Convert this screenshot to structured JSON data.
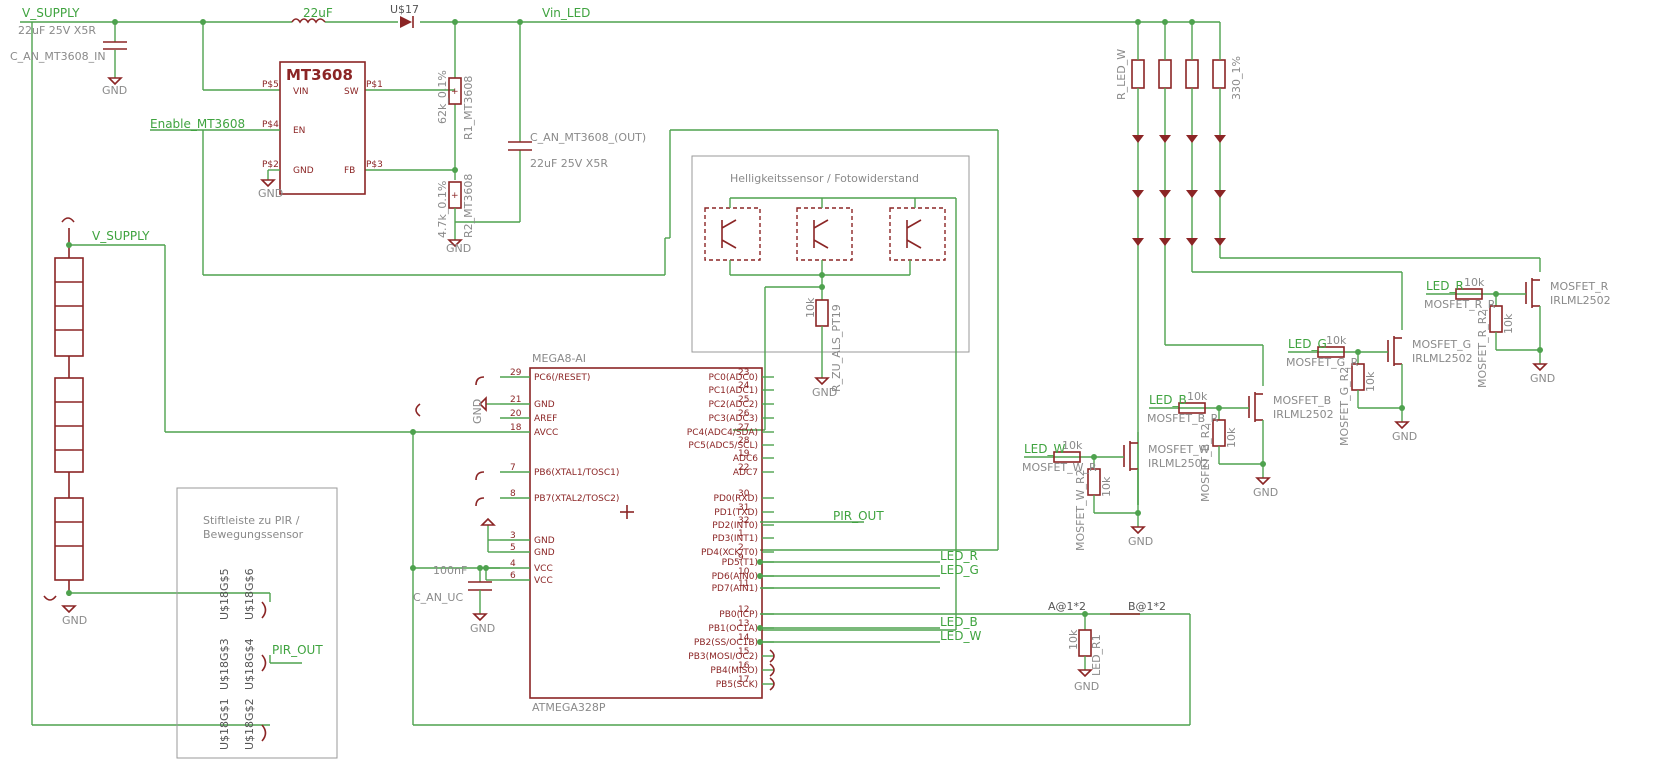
{
  "nets": {
    "v_supply_top": "V_SUPPLY",
    "v_supply_bat": "V_SUPPLY",
    "vin_led": "Vin_LED",
    "enable": "Enable_MT3608",
    "pir_out_uc": "PIR_OUT",
    "pir_out_hdr": "PIR_OUT",
    "led_r_uc": "LED_R",
    "led_g_uc": "LED_G",
    "led_b_uc": "LED_B",
    "led_w_uc": "LED_W",
    "led_r_fet": "LED_R",
    "led_g_fet": "LED_G",
    "led_b_fet": "LED_B",
    "led_w_fet": "LED_W"
  },
  "labels": {
    "cin_value": "22uF 25V X5R",
    "cin_name": "C_AN_MT3608_IN",
    "inductor": "22uF",
    "diode": "U$17",
    "gnd": "GND",
    "r1_value": "62k_0.1%",
    "r1_name": "R1_MT3608",
    "r2_value": "4.7k_0.1%",
    "r2_name": "R2_MT3608",
    "cout_name": "C_AN_MT3608_(OUT)",
    "cout_value": "22uF 25V X5R",
    "sensor_title": "Helligkeitssensor / Fotowiderstand",
    "r_als_value": "10k",
    "r_als_name": "R_ZU_ALS_PT19",
    "uc_name": "MEGA8-AI",
    "uc_part": "ATMEGA328P",
    "c_uc_value": "100nF",
    "c_uc_name": "C_AN_UC",
    "header_title_1": "Stiftleiste zu PIR /",
    "header_title_2": "Bewegungssensor",
    "r_led_w": "R_LED_W",
    "r_led_val": "330_1%",
    "r10k": "10k",
    "mosfet_r": "MOSFET_R",
    "mosfet_g": "MOSFET_G",
    "mosfet_b": "MOSFET_B",
    "mosfet_w": "MOSFET_W",
    "irlml": "IRLML2502",
    "mosfet_r_r2": "MOSFET_R_R2",
    "mosfet_g_r2": "MOSFET_G_R2",
    "mosfet_b_r2": "MOSFET_B_R2",
    "mosfet_w_r2": "MOSFET_W_R2",
    "mosfet_r_r": "MOSFET_R_R",
    "mosfet_g_r": "MOSFET_G_R",
    "mosfet_b_r": "MOSFET_B_R",
    "mosfet_w_r": "MOSFET_W_R",
    "a1": "A@1*2",
    "b1": "B@1*2",
    "led_r1": "LED_R1",
    "hdr_1": "U$18G$1",
    "hdr_2": "U$18G$2",
    "hdr_3": "U$18G$3",
    "hdr_4": "U$18G$4",
    "hdr_5": "U$18G$5",
    "hdr_6": "U$18G$6"
  },
  "mt3608": {
    "title": "MT3608",
    "pins": [
      "P$5",
      "P$1",
      "P$4",
      "P$2",
      "P$3"
    ],
    "names": [
      "VIN",
      "SW",
      "EN",
      "GND",
      "FB"
    ]
  },
  "mcu_left": [
    {
      "num": "29",
      "name": "PC6(/RESET)"
    },
    {
      "num": "21",
      "name": "GND"
    },
    {
      "num": "20",
      "name": "AREF"
    },
    {
      "num": "18",
      "name": "AVCC"
    },
    {
      "num": "7",
      "name": "PB6(XTAL1/TOSC1)"
    },
    {
      "num": "8",
      "name": "PB7(XTAL2/TOSC2)"
    },
    {
      "num": "3",
      "name": "GND"
    },
    {
      "num": "5",
      "name": "GND"
    },
    {
      "num": "4",
      "name": "VCC"
    },
    {
      "num": "6",
      "name": "VCC"
    }
  ],
  "mcu_right": [
    {
      "num": "23",
      "name": "PC0(ADC0)"
    },
    {
      "num": "24",
      "name": "PC1(ADC1)"
    },
    {
      "num": "25",
      "name": "PC2(ADC2)"
    },
    {
      "num": "26",
      "name": "PC3(ADC3)"
    },
    {
      "num": "27",
      "name": "PC4(ADC4/SDA)"
    },
    {
      "num": "28",
      "name": "PC5(ADC5/SCL)"
    },
    {
      "num": "19",
      "name": "ADC6"
    },
    {
      "num": "22",
      "name": "ADC7"
    },
    {
      "num": "30",
      "name": "PD0(RXD)"
    },
    {
      "num": "31",
      "name": "PD1(TXD)"
    },
    {
      "num": "32",
      "name": "PD2(INT0)"
    },
    {
      "num": "1",
      "name": "PD3(INT1)"
    },
    {
      "num": "2",
      "name": "PD4(XCK/T0)"
    },
    {
      "num": "9",
      "name": "PD5(T1)"
    },
    {
      "num": "10",
      "name": "PD6(AIN0)"
    },
    {
      "num": "11",
      "name": "PD7(AIN1)"
    },
    {
      "num": "12",
      "name": "PB0(ICP)"
    },
    {
      "num": "13",
      "name": "PB1(OC1A)"
    },
    {
      "num": "14",
      "name": "PB2(SS/OC1B)"
    },
    {
      "num": "15",
      "name": "PB3(MOSI/OC2)"
    },
    {
      "num": "16",
      "name": "PB4(MISO)"
    },
    {
      "num": "17",
      "name": "PB5(SCK)"
    }
  ]
}
